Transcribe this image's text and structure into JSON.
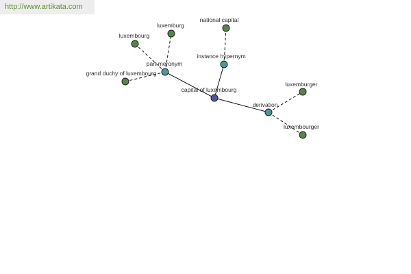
{
  "watermark": {
    "text": "http://www.artikata.com"
  },
  "colors": {
    "center": "#4a56a8",
    "relation": "#4a9a98",
    "leaf": "#4f8a45",
    "edge": "#111111"
  },
  "graph": {
    "center": {
      "id": "capital",
      "label": "capital of luxembourg"
    },
    "relations": [
      {
        "id": "part_meronym",
        "label": "part meronym"
      },
      {
        "id": "instance_hypernym",
        "label": "instance hypernym"
      },
      {
        "id": "derivation",
        "label": "derivation"
      }
    ],
    "leaves": [
      {
        "id": "luxembourg_1",
        "label": "luxembourg",
        "parent": "part_meronym"
      },
      {
        "id": "luxemburg",
        "label": "luxemburg",
        "parent": "part_meronym"
      },
      {
        "id": "grand_duchy",
        "label": "grand duchy of luxembourg",
        "parent": "part_meronym"
      },
      {
        "id": "national_capital",
        "label": "national capital",
        "parent": "instance_hypernym"
      },
      {
        "id": "luxemburger",
        "label": "luxemburger",
        "parent": "derivation"
      },
      {
        "id": "luxembourger",
        "label": "luxembourger",
        "parent": "derivation"
      }
    ]
  }
}
